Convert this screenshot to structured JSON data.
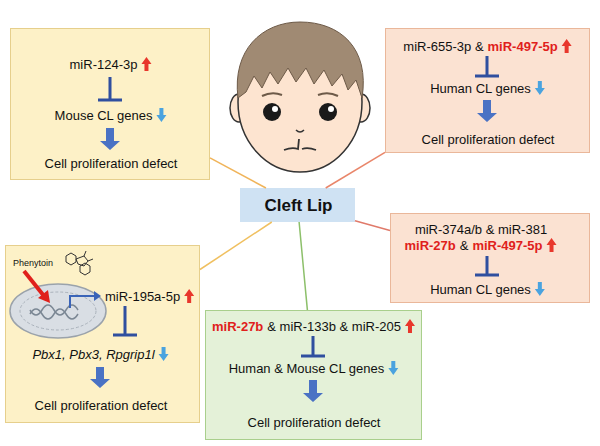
{
  "diagram": {
    "nodes": [
      {
        "text": [
          "miR-124-3p",
          "Mouse CL genes",
          "Cell proliferation defect"
        ]
      },
      {
        "text": [
          "miR-655-3p &",
          "miR-497-5p",
          "Human CL genes",
          "Cell proliferation defect"
        ]
      },
      {
        "text": [
          "Cleft Lip"
        ]
      },
      {
        "text": [
          "miR-374a/b & miR-381",
          "miR-27b",
          "&",
          "miR-497-5p",
          "Human CL genes"
        ]
      },
      {
        "text": [
          "Phenytoin",
          "miR-195a-5p",
          "Pbx1, Pbx3, Rpgrip1l",
          "Cell proliferation defect"
        ]
      },
      {
        "text": [
          "miR-27b",
          "& miR-133b & miR-205",
          "Human & Mouse CL genes",
          "Cell proliferation defect"
        ]
      }
    ],
    "edges": [
      {
        "from": 2,
        "to": 0,
        "arrow": "none"
      },
      {
        "from": 2,
        "to": 1,
        "arrow": "none"
      },
      {
        "from": 2,
        "to": 3,
        "arrow": "none"
      },
      {
        "from": 2,
        "to": 4,
        "arrow": "none"
      },
      {
        "from": 2,
        "to": 5,
        "arrow": "none"
      }
    ]
  }
}
